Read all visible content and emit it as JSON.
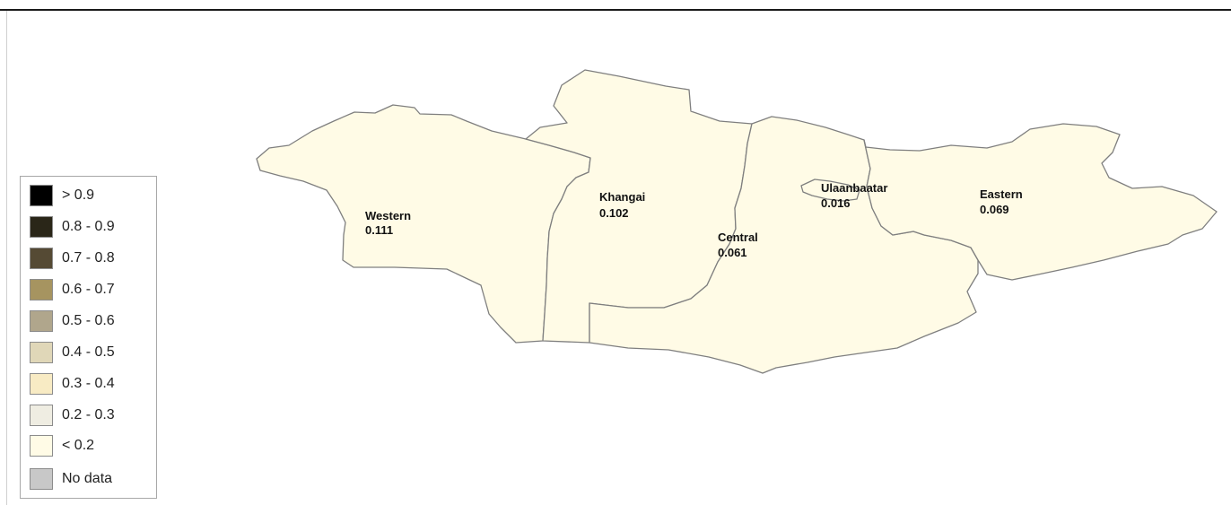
{
  "map": {
    "regions": [
      {
        "id": "western",
        "name": "Western",
        "value": "0.111",
        "color": "#fffbe6"
      },
      {
        "id": "khangai",
        "name": "Khangai",
        "value": "0.102",
        "color": "#fffbe6"
      },
      {
        "id": "central",
        "name": "Central",
        "value": "0.061",
        "color": "#fffbe6"
      },
      {
        "id": "ulaanbaatar",
        "name": "Ulaanbaatar",
        "value": "0.016",
        "color": "#fffbe6"
      },
      {
        "id": "eastern",
        "name": "Eastern",
        "value": "0.069",
        "color": "#fffbe6"
      }
    ]
  },
  "legend": {
    "items": [
      {
        "label": "> 0.9",
        "color": "#000000"
      },
      {
        "label": "0.8 - 0.9",
        "color": "#2a2618"
      },
      {
        "label": "0.7 - 0.8",
        "color": "#554a34"
      },
      {
        "label": "0.6 - 0.7",
        "color": "#a69460"
      },
      {
        "label": "0.5 - 0.6",
        "color": "#b0a68c"
      },
      {
        "label": "0.4 - 0.5",
        "color": "#e0d7b8"
      },
      {
        "label": "0.3 - 0.4",
        "color": "#f8ebc4"
      },
      {
        "label": "0.2 - 0.3",
        "color": "#efede2"
      },
      {
        "label": "< 0.2",
        "color": "#fffbe6"
      },
      {
        "label": "No data",
        "color": "#c8c8c8"
      }
    ]
  }
}
